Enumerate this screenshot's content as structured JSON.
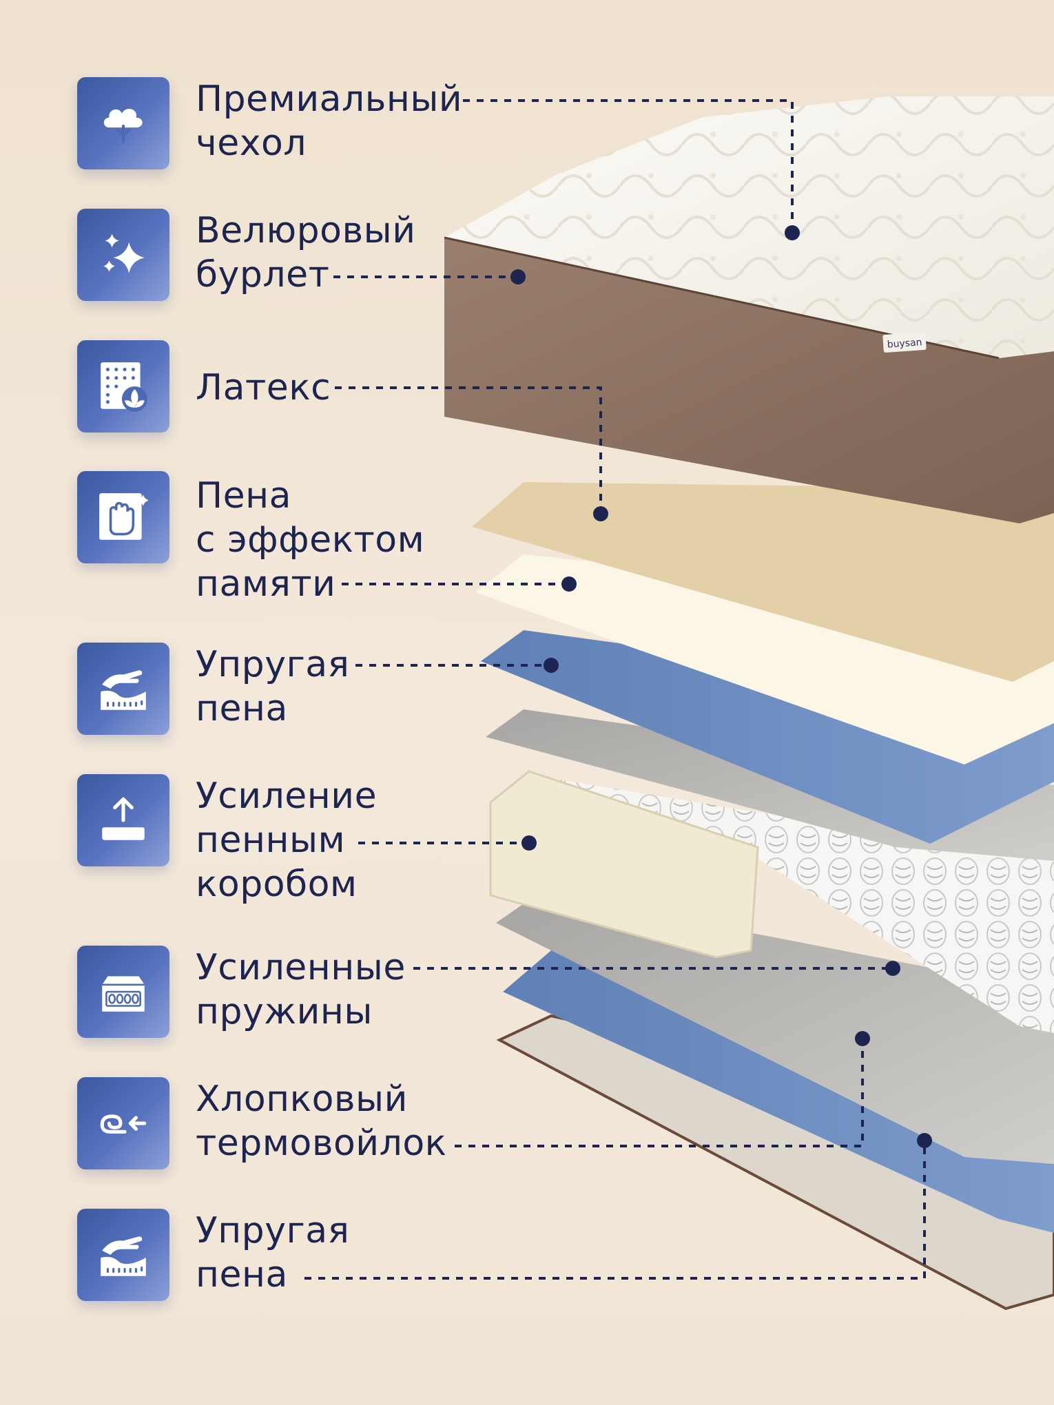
{
  "colors": {
    "background": "#f1e5d6",
    "icon_gradient_start": "#3b58a0",
    "icon_gradient_end": "#8d9fd8",
    "text": "#1d2450",
    "leader_line": "#1d2450",
    "mattress_side": "#8a7060",
    "blue_foam": "#6f8fc0",
    "latex": "#e3cfa8"
  },
  "brand_tag": "buysan",
  "features": [
    {
      "icon": "cotton-flower-icon",
      "lines": [
        "Премиальный",
        "чехол"
      ]
    },
    {
      "icon": "sparkles-icon",
      "lines": [
        "Велюровый",
        "бурлет"
      ]
    },
    {
      "icon": "latex-sheet-leaf-icon",
      "lines": [
        "Латекс"
      ]
    },
    {
      "icon": "hand-press-icon",
      "lines": [
        "Пена",
        "с эффектом",
        "памяти"
      ]
    },
    {
      "icon": "hand-foam-icon",
      "lines": [
        "Упругая",
        "пена"
      ]
    },
    {
      "icon": "upload-arrow-icon",
      "lines": [
        "Усиление",
        "пенным",
        "коробом"
      ]
    },
    {
      "icon": "spring-block-icon",
      "lines": [
        "Усиленные",
        "пружины"
      ]
    },
    {
      "icon": "felt-roll-arrow-icon",
      "lines": [
        "Хлопковый",
        "термовойлок"
      ]
    },
    {
      "icon": "hand-foam-icon",
      "lines": [
        "Упругая",
        "пена"
      ]
    }
  ]
}
